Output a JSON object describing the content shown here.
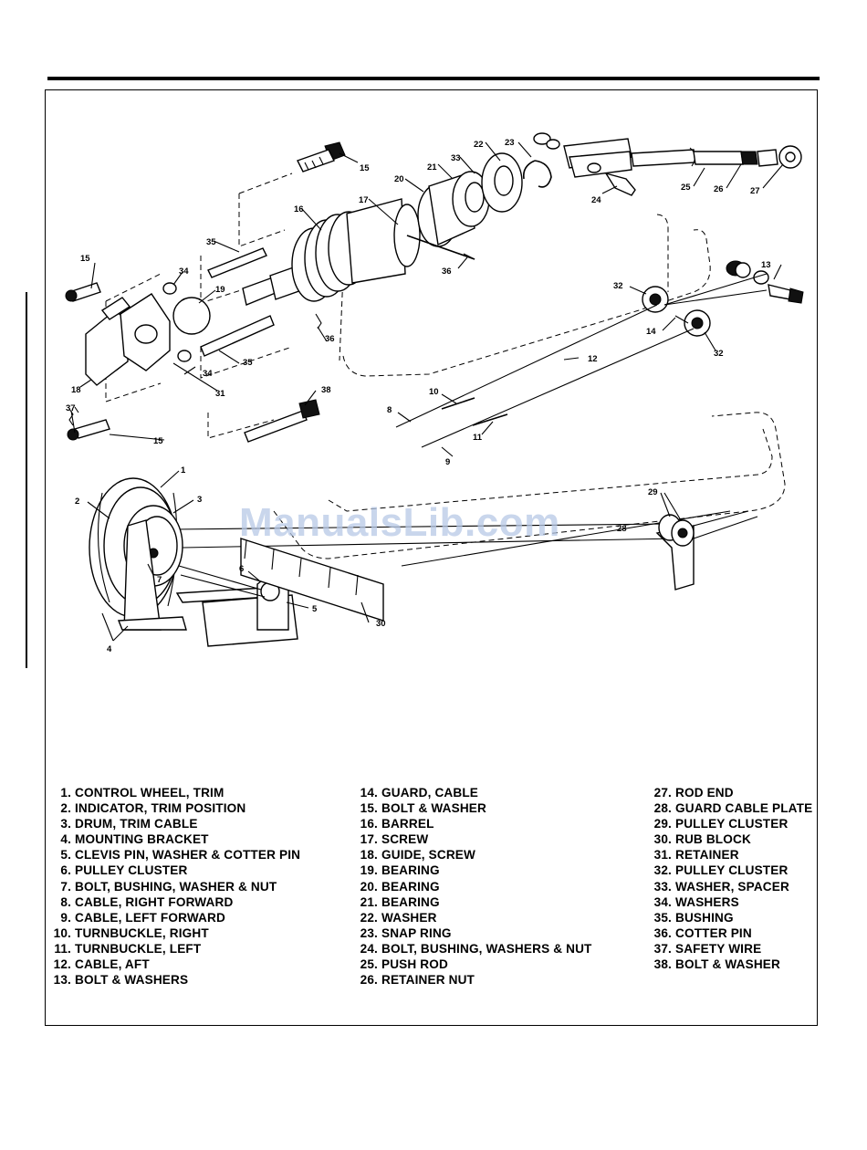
{
  "watermark": "ManualsLib.com",
  "callouts": [
    "15",
    "23",
    "22",
    "33",
    "21",
    "20",
    "17",
    "16",
    "35",
    "24",
    "25",
    "26",
    "27",
    "36",
    "34",
    "19",
    "13",
    "32",
    "14",
    "12",
    "10",
    "8",
    "11",
    "9",
    "18",
    "37",
    "38",
    "31",
    "1",
    "2",
    "3",
    "7",
    "6",
    "5",
    "4",
    "29",
    "28",
    "30"
  ],
  "legend": {
    "col1": [
      {
        "num": "1.",
        "text": "CONTROL WHEEL, TRIM"
      },
      {
        "num": "2.",
        "text": "INDICATOR, TRIM POSITION"
      },
      {
        "num": "3.",
        "text": "DRUM, TRIM CABLE"
      },
      {
        "num": "4.",
        "text": "MOUNTING BRACKET"
      },
      {
        "num": "5.",
        "text": "CLEVIS PIN, WASHER & COTTER PIN"
      },
      {
        "num": "6.",
        "text": "PULLEY CLUSTER"
      },
      {
        "num": "7.",
        "text": "BOLT, BUSHING, WASHER & NUT"
      },
      {
        "num": "8.",
        "text": "CABLE, RIGHT FORWARD"
      },
      {
        "num": "9.",
        "text": "CABLE, LEFT FORWARD"
      },
      {
        "num": "10.",
        "text": "TURNBUCKLE, RIGHT"
      },
      {
        "num": "11.",
        "text": "TURNBUCKLE, LEFT"
      },
      {
        "num": "12.",
        "text": "CABLE, AFT"
      },
      {
        "num": "13.",
        "text": "BOLT & WASHERS"
      }
    ],
    "col2": [
      {
        "num": "14.",
        "text": "GUARD, CABLE"
      },
      {
        "num": "15.",
        "text": "BOLT & WASHER"
      },
      {
        "num": "16.",
        "text": "BARREL"
      },
      {
        "num": "17.",
        "text": "SCREW"
      },
      {
        "num": "18.",
        "text": "GUIDE, SCREW"
      },
      {
        "num": "19.",
        "text": "BEARING"
      },
      {
        "num": "20.",
        "text": "BEARING"
      },
      {
        "num": "21.",
        "text": "BEARING"
      },
      {
        "num": "22.",
        "text": "WASHER"
      },
      {
        "num": "23.",
        "text": "SNAP RING"
      },
      {
        "num": "24.",
        "text": "BOLT, BUSHING, WASHERS & NUT"
      },
      {
        "num": "25.",
        "text": "PUSH ROD"
      },
      {
        "num": "26.",
        "text": "RETAINER NUT"
      }
    ],
    "col3": [
      {
        "num": "27.",
        "text": "ROD END"
      },
      {
        "num": "28.",
        "text": "GUARD CABLE PLATE"
      },
      {
        "num": "29.",
        "text": "PULLEY CLUSTER"
      },
      {
        "num": "30.",
        "text": "RUB BLOCK"
      },
      {
        "num": "31.",
        "text": "RETAINER"
      },
      {
        "num": "32.",
        "text": "PULLEY CLUSTER"
      },
      {
        "num": "33.",
        "text": "WASHER, SPACER"
      },
      {
        "num": "34.",
        "text": "WASHERS"
      },
      {
        "num": "35.",
        "text": "BUSHING"
      },
      {
        "num": "36.",
        "text": "COTTER PIN"
      },
      {
        "num": "37.",
        "text": "SAFETY WIRE"
      },
      {
        "num": "38.",
        "text": "BOLT & WASHER"
      }
    ]
  }
}
